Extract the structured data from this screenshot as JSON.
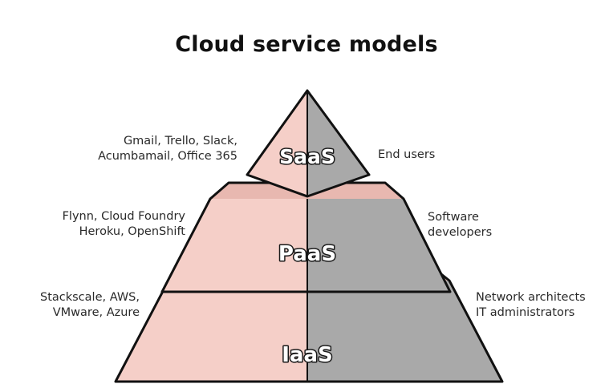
{
  "title": "Cloud service models",
  "colors": {
    "left_face": "#f5cfc8",
    "right_face": "#a9a9a9",
    "outline": "#111111",
    "ledge": "#e8b8b0"
  },
  "tiers": [
    {
      "name": "SaaS",
      "examples": [
        "Gmail, Trello, Slack,",
        "Acumbamail, Office 365"
      ],
      "audience": [
        "End users"
      ]
    },
    {
      "name": "PaaS",
      "examples": [
        "Flynn, Cloud Foundry",
        "Heroku, OpenShift"
      ],
      "audience": [
        "Software",
        "developers"
      ]
    },
    {
      "name": "IaaS",
      "examples": [
        "Stackscale, AWS,",
        "VMware, Azure"
      ],
      "audience": [
        "Network architects",
        "IT administrators"
      ]
    }
  ]
}
